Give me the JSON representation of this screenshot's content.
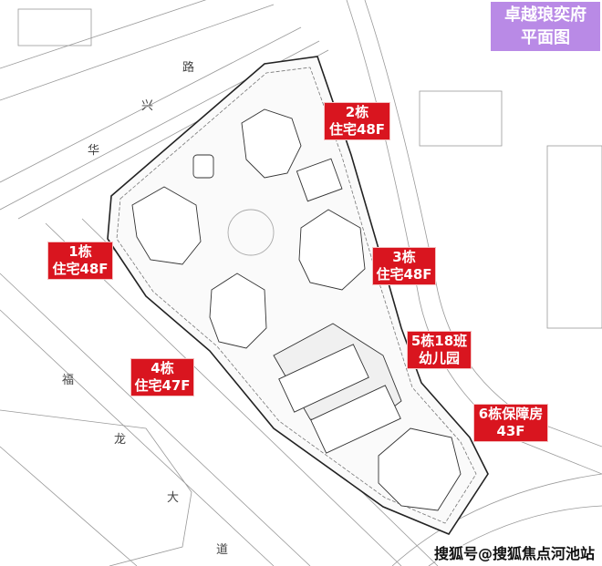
{
  "title": {
    "line1": "卓越琅奕府",
    "line2": "平面图",
    "color": "#b98ae6"
  },
  "labels": [
    {
      "name": "2栋",
      "line1": "2栋",
      "line2": "住宅48F"
    },
    {
      "name": "1栋",
      "line1": "1栋",
      "line2": "住宅48F"
    },
    {
      "name": "3栋",
      "line1": "3栋",
      "line2": "住宅48F"
    },
    {
      "name": "5栋",
      "line1": "5栋18班",
      "line2": "幼儿园"
    },
    {
      "name": "4栋",
      "line1": "4栋",
      "line2": "住宅47F"
    },
    {
      "name": "6栋",
      "line1": "6栋保障房",
      "line2": "43F"
    }
  ],
  "label_color": "#d9151f",
  "roads": {
    "huaxing": [
      "华",
      "兴",
      "路"
    ],
    "fulong": [
      "福",
      "龙",
      "大",
      "道"
    ]
  },
  "watermark": "搜狐号@搜狐焦点河池站"
}
